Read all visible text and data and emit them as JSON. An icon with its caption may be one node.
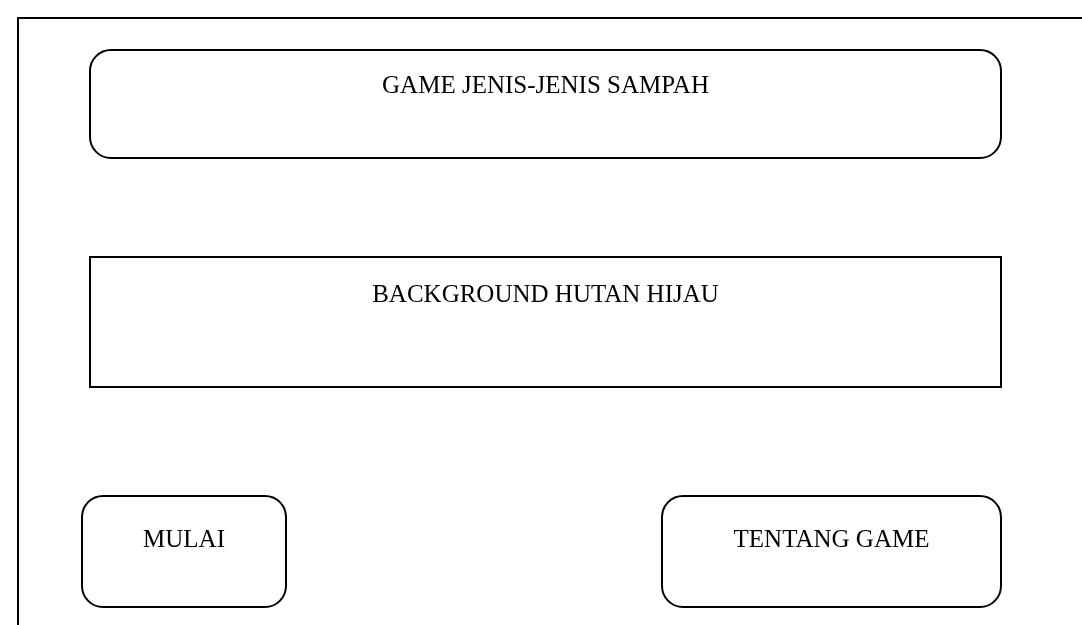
{
  "diagram": {
    "nodes": [
      {
        "text": [],
        "shape": "box"
      },
      {
        "text": [
          "GAME JENIS-JENIS SAMPAH"
        ],
        "in": 0
      },
      {
        "text": [
          "BACKGROUND HUTAN HIJAU"
        ],
        "in": 0
      },
      {
        "text": [
          "MULAI"
        ],
        "in": 0
      },
      {
        "text": [
          "TENTANG GAME"
        ],
        "in": 0
      }
    ]
  }
}
